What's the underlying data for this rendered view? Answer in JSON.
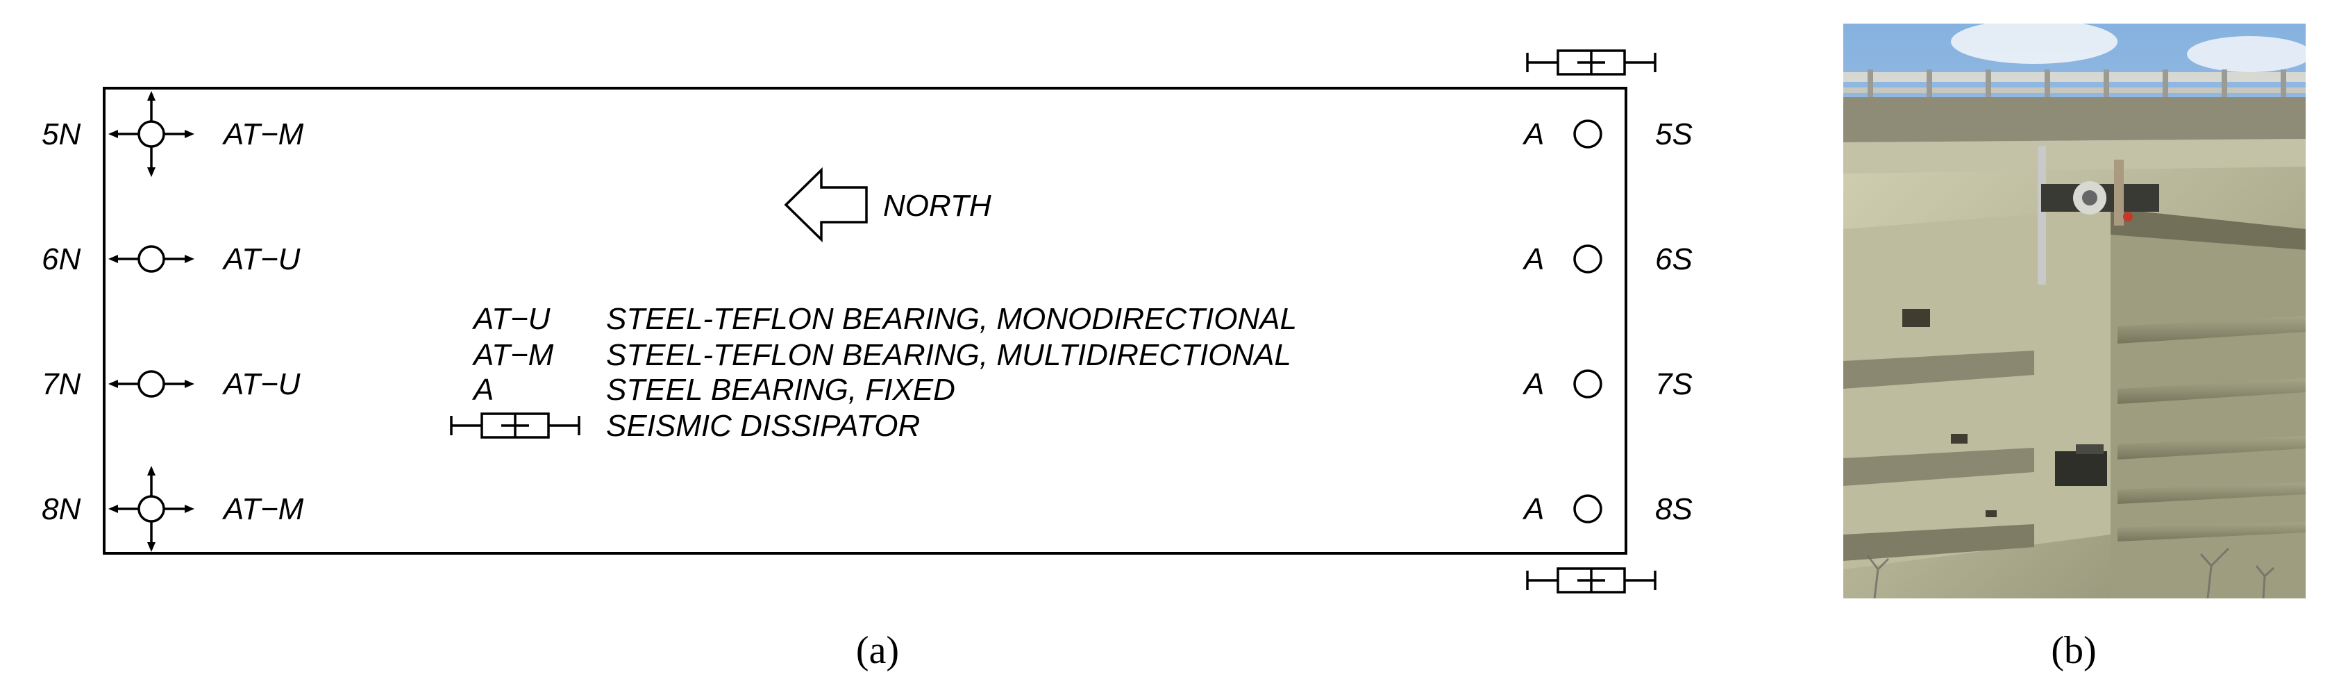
{
  "panel_a": {
    "caption": "(a)",
    "north_label": "NORTH",
    "north_labels": [
      "5N",
      "6N",
      "7N",
      "8N"
    ],
    "south_labels": [
      "5S",
      "6S",
      "7S",
      "8S"
    ],
    "north_bearing_codes": [
      "AT−M",
      "AT−U",
      "AT−U",
      "AT−M"
    ],
    "south_bearing_codes": [
      "A",
      "A",
      "A",
      "A"
    ],
    "legend": [
      {
        "code": "AT−U",
        "description": "STEEL-TEFLON BEARING, MONODIRECTIONAL"
      },
      {
        "code": "AT−M",
        "description": "STEEL-TEFLON BEARING, MULTIDIRECTIONAL"
      },
      {
        "code": "A",
        "description": "STEEL BEARING, FIXED"
      },
      {
        "code": "",
        "description": "SEISMIC DISSIPATOR"
      }
    ]
  },
  "panel_b": {
    "caption": "(b)",
    "sky_color": "#a9c8e8",
    "concrete_color": "#b9b79a",
    "shadow_color": "#555340"
  }
}
